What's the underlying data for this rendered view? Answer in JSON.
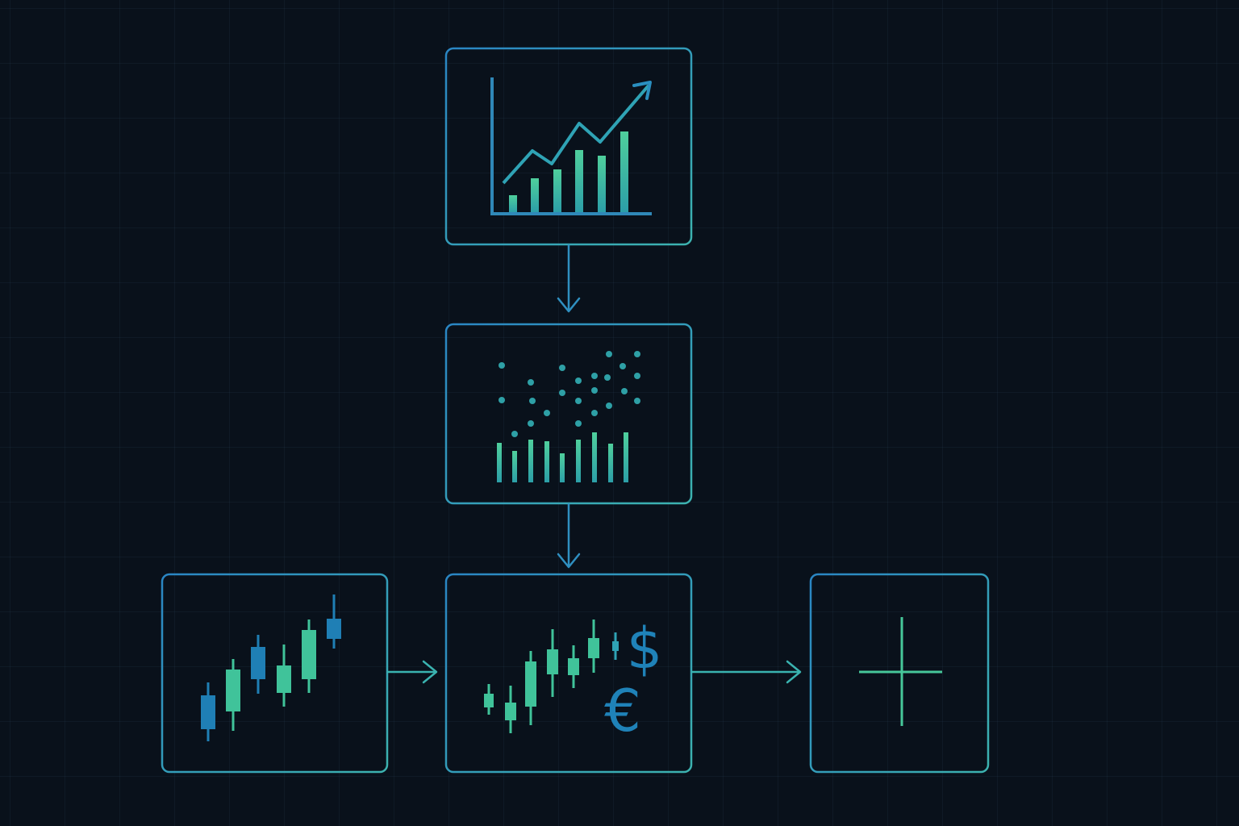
{
  "colors": {
    "background": "#09111b",
    "node_border": "#2f8fc0",
    "accent_green": "#46c79a",
    "accent_blue": "#1f7fb5",
    "axis": "#2f88b8"
  },
  "nodes": [
    {
      "id": "node-trend-chart",
      "icon": "trend-chart-icon"
    },
    {
      "id": "node-scatter-bars",
      "icon": "scatter-bar-icon"
    },
    {
      "id": "node-candlestick",
      "icon": "candlestick-icon"
    },
    {
      "id": "node-currency-chart",
      "icon": "currency-candlestick-icon"
    },
    {
      "id": "node-plus",
      "icon": "plus-icon"
    }
  ],
  "edges": [
    {
      "from": "node-trend-chart",
      "to": "node-scatter-bars"
    },
    {
      "from": "node-scatter-bars",
      "to": "node-currency-chart"
    },
    {
      "from": "node-candlestick",
      "to": "node-currency-chart"
    },
    {
      "from": "node-currency-chart",
      "to": "node-plus"
    }
  ],
  "currency_symbols": {
    "dollar": "$",
    "euro": "€"
  }
}
